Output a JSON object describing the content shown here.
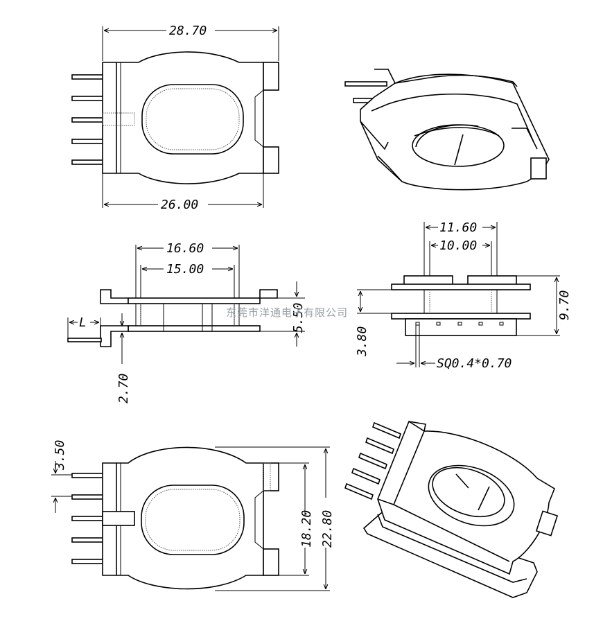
{
  "watermark": "东莞市洋通电子有限公司",
  "dimensions": {
    "top_width": "28.70",
    "bottom_width": "26.00",
    "flange_outer": "16.60",
    "flange_inner": "15.00",
    "height_side": "5.50",
    "lead_label": "L",
    "pin_offset": "2.70",
    "pin_spacing_outer": "11.60",
    "pin_spacing_inner": "10.00",
    "total_height": "9.70",
    "base_height": "3.80",
    "pin_section": "SQ0.4*0.70",
    "pitch": "3.50",
    "body_depth": "18.20",
    "overall_depth": "22.80"
  }
}
